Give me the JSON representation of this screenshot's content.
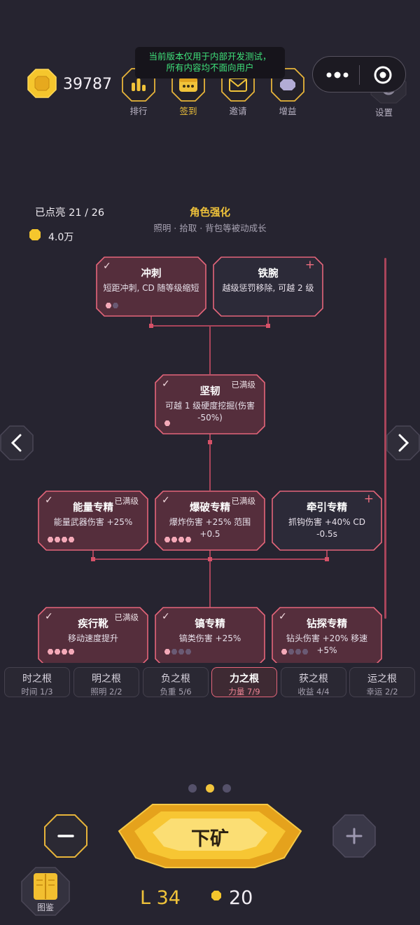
{
  "banner": {
    "line1": "当前版本仅用于内部开发测试，",
    "line2": "所有内容均不面向用户"
  },
  "header": {
    "coins": "39787",
    "buttons": [
      {
        "label": "排行",
        "icon": "ranking-icon"
      },
      {
        "label": "签到",
        "icon": "checkin-icon"
      },
      {
        "label": "邀请",
        "icon": "invite-icon"
      },
      {
        "label": "增益",
        "icon": "buff-icon"
      }
    ],
    "settings_label": "设置"
  },
  "panel": {
    "lit_count": "已点亮 21 / 26",
    "cost": "4.0万",
    "title": "角色强化",
    "subtitle": "照明 · 拾取 · 背包等被动成长"
  },
  "nodes": [
    {
      "name": "冲刺",
      "desc": "短距冲刺, CD 随等级缩短",
      "checked": true,
      "maxed_label": "",
      "plus": false,
      "unlocked": true,
      "level": 1,
      "max_level": 2
    },
    {
      "name": "铁腕",
      "desc": "越级惩罚移除, 可越 2 级",
      "checked": false,
      "maxed_label": "",
      "plus": true,
      "unlocked": false,
      "level": 0,
      "max_level": 0
    },
    {
      "name": "坚韧",
      "desc": "可越 1 级硬度挖掘(伤害 -50%)",
      "checked": true,
      "maxed_label": "已满级",
      "plus": false,
      "unlocked": true,
      "level": 1,
      "max_level": 1
    },
    {
      "name": "能量专精",
      "desc": "能量武器伤害 +25%",
      "checked": true,
      "maxed_label": "已满级",
      "plus": false,
      "unlocked": true,
      "level": 4,
      "max_level": 4
    },
    {
      "name": "爆破专精",
      "desc": "爆炸伤害 +25% 范围 +0.5",
      "checked": true,
      "maxed_label": "已满级",
      "plus": false,
      "unlocked": true,
      "level": 4,
      "max_level": 4
    },
    {
      "name": "牵引专精",
      "desc": "抓钩伤害 +40% CD -0.5s",
      "checked": false,
      "maxed_label": "",
      "plus": true,
      "unlocked": false,
      "level": 0,
      "max_level": 0
    },
    {
      "name": "疾行靴",
      "desc": "移动速度提升",
      "checked": true,
      "maxed_label": "已满级",
      "plus": false,
      "unlocked": true,
      "level": 4,
      "max_level": 4
    },
    {
      "name": "镐专精",
      "desc": "镐类伤害 +25%",
      "checked": true,
      "maxed_label": "",
      "plus": false,
      "unlocked": true,
      "level": 1,
      "max_level": 4
    },
    {
      "name": "钻探专精",
      "desc": "钻头伤害 +20% 移速 +5%",
      "checked": true,
      "maxed_label": "",
      "plus": false,
      "unlocked": true,
      "level": 1,
      "max_level": 4
    }
  ],
  "tabs": [
    {
      "title": "时之根",
      "sub": "时间 1/3",
      "active": false
    },
    {
      "title": "明之根",
      "sub": "照明 2/2",
      "active": false
    },
    {
      "title": "负之根",
      "sub": "负重 5/6",
      "active": false
    },
    {
      "title": "力之根",
      "sub": "力量 7/9",
      "active": true
    },
    {
      "title": "获之根",
      "sub": "收益 4/4",
      "active": false
    },
    {
      "title": "运之根",
      "sub": "幸运 2/2",
      "active": false
    }
  ],
  "pager": {
    "count": 3,
    "active_index": 1
  },
  "bottom": {
    "minus_icon": "minus-icon",
    "plus_icon": "plus-icon",
    "mine_label": "下矿",
    "codex_label": "图鉴",
    "level": "L 34",
    "gems": "20"
  },
  "colors": {
    "gold": "#f0c33a",
    "node_unlocked_fill": "#552e3c",
    "node_locked_fill": "#2c2a38",
    "node_border": "#e4657a",
    "tab_active_border": "#e4657a",
    "banner_text": "#3fe07a"
  }
}
